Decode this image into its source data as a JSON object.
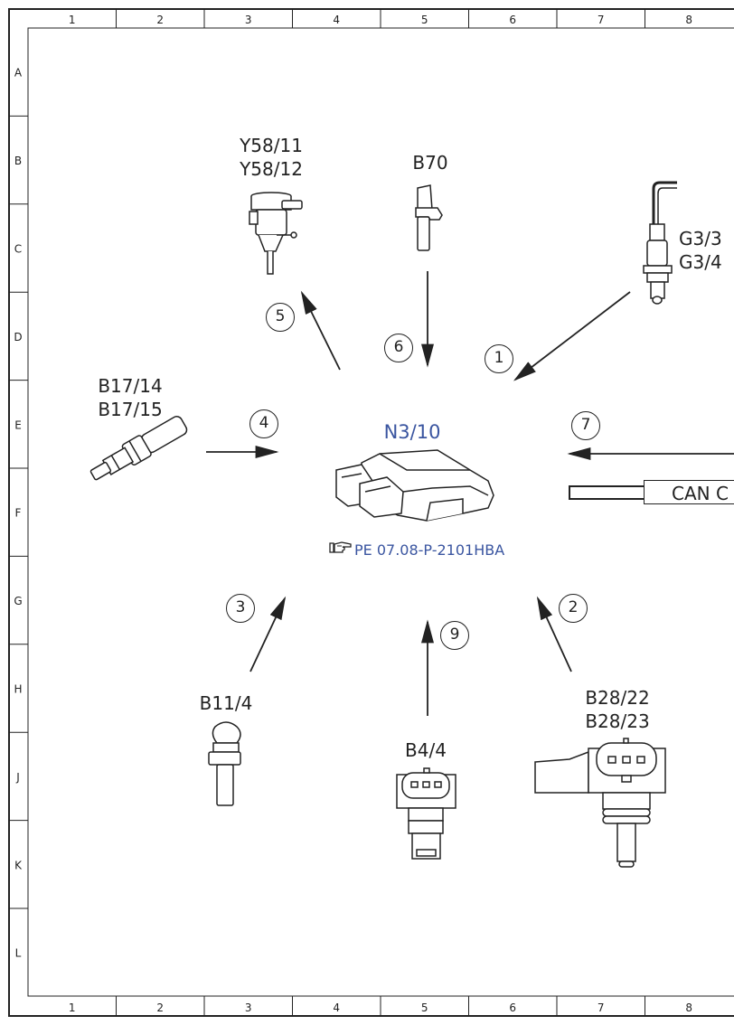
{
  "frame": {
    "columns": [
      "1",
      "2",
      "3",
      "4",
      "5",
      "6",
      "7",
      "8"
    ],
    "rows": [
      "A",
      "B",
      "C",
      "D",
      "E",
      "F",
      "G",
      "H",
      "J",
      "K",
      "L"
    ]
  },
  "center": {
    "label": "N3/10",
    "reference": "PE 07.08-P-2101HBA",
    "reference_icon": "pointing-hand-icon"
  },
  "components": {
    "y58": [
      "Y58/11",
      "Y58/12"
    ],
    "b70": "B70",
    "g3": [
      "G3/3",
      "G3/4"
    ],
    "b17": [
      "B17/14",
      "B17/15"
    ],
    "can": "CAN C",
    "b11": "B11/4",
    "b4": "B4/4",
    "b28": [
      "B28/22",
      "B28/23"
    ]
  },
  "callouts": [
    "1",
    "2",
    "3",
    "4",
    "5",
    "6",
    "7",
    "9"
  ],
  "colors": {
    "line": "#222222",
    "accent": "#3a55a0"
  }
}
